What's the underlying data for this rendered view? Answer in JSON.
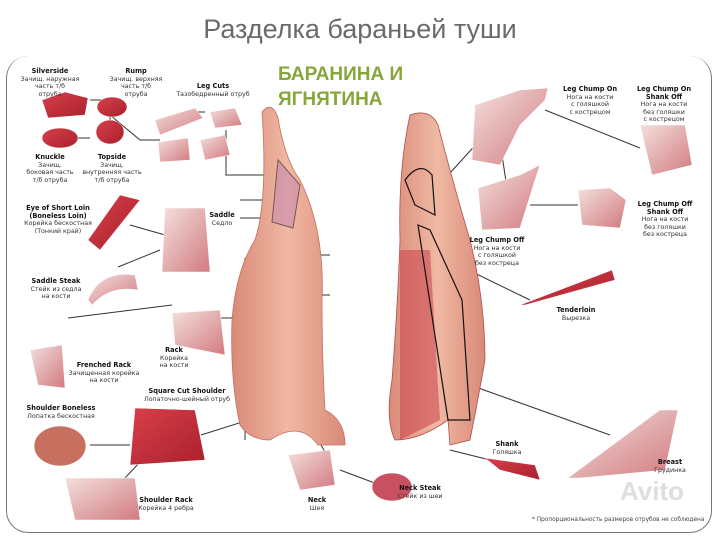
{
  "title": "Разделка бараньей туши",
  "heading": [
    "БАРАНИНА И",
    "ЯГНЯТИНА"
  ],
  "cuts": {
    "silverside": {
      "en": "Silverside",
      "ru": [
        "Зачищ. наружная",
        "часть т/б",
        "отруба"
      ]
    },
    "rump": {
      "en": "Rump",
      "ru": [
        "Зачищ. верхняя",
        "часть т/б",
        "отруба"
      ]
    },
    "leg_cuts": {
      "en": "Leg Cuts",
      "ru": [
        "Тазобедренный отруб"
      ]
    },
    "knuckle": {
      "en": "Knuckle",
      "ru": [
        "Зачищ.",
        "боковая часть",
        "т/б отруба"
      ]
    },
    "topside": {
      "en": "Topside",
      "ru": [
        "Зачищ.",
        "внутренняя часть",
        "т/б отруба"
      ]
    },
    "eye_short_loin": {
      "en": [
        "Eye of Short Loin",
        "(Boneless Loin)"
      ],
      "ru": [
        "Корейка бескостная",
        "(Тонкий край)"
      ]
    },
    "saddle": {
      "en": "Saddle",
      "ru": [
        "Седло"
      ]
    },
    "saddle_steak": {
      "en": "Saddle Steak",
      "ru": [
        "Стейк из седла",
        "на кости"
      ]
    },
    "rack": {
      "en": "Rack",
      "ru": [
        "Корейка",
        "на кости"
      ]
    },
    "frenched_rack": {
      "en": "Frenched Rack",
      "ru": [
        "Зачищенная корейка",
        "на кости"
      ]
    },
    "square_cut_shoulder": {
      "en": "Square Cut Shoulder",
      "ru": [
        "Лопаточно-шейный отруб"
      ]
    },
    "shoulder_boneless": {
      "en": "Shoulder Boneless",
      "ru": [
        "Лопатка бескостная"
      ]
    },
    "shoulder_rack": {
      "en": "Shoulder Rack",
      "ru": [
        "Корейка 4 ребра"
      ]
    },
    "neck": {
      "en": "Neck",
      "ru": [
        "Шея"
      ]
    },
    "neck_steak": {
      "en": "Neck Steak",
      "ru": [
        "Стейк из шеи"
      ]
    },
    "shank": {
      "en": "Shank",
      "ru": [
        "Голяшка"
      ]
    },
    "breast": {
      "en": "Breast",
      "ru": [
        "Грудинка"
      ]
    },
    "tenderloin": {
      "en": "Tenderloin",
      "ru": [
        "Вырезка"
      ]
    },
    "leg_chump_on": {
      "en": "Leg Chump On",
      "ru": [
        "Нога на кости",
        "с голяшкой",
        "с кострецом"
      ]
    },
    "leg_chump_on_shank_off": {
      "en": [
        "Leg Chump On",
        "Shank Off"
      ],
      "ru": [
        "Нога на кости",
        "без голяшки",
        "с кострецом"
      ]
    },
    "leg_chump_off": {
      "en": "Leg Chump Off",
      "ru": [
        "Нога на кости",
        "с голяшкой",
        "без костреца"
      ]
    },
    "leg_chump_off_shank_off": {
      "en": [
        "Leg Chump Off",
        "Shank Off"
      ],
      "ru": [
        "Нога на кости",
        "без голяшки",
        "без костреца"
      ]
    }
  },
  "footnote": "* Пропорциональность размеров отрубов не соблюдена",
  "watermark": "Avito",
  "colors": {
    "meat": "#c8303a",
    "fat": "#f0d6d0",
    "carcass": "#e8a890",
    "heading": "#86a63a"
  }
}
